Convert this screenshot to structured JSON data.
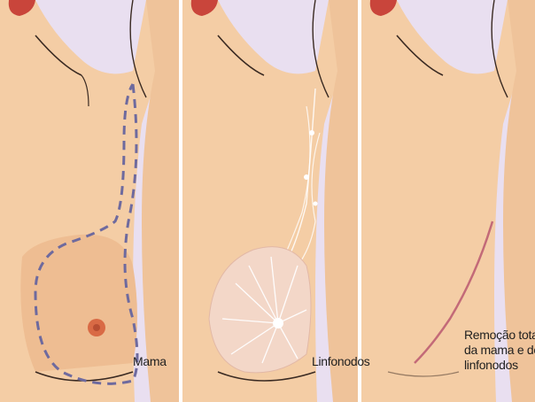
{
  "panels": [
    {
      "caption": "Mama"
    },
    {
      "caption": "Linfonodos"
    },
    {
      "caption_lines": [
        "Remoção total",
        "da mama e dos",
        "linfonodos"
      ]
    }
  ],
  "colors": {
    "background": "#e9dff0",
    "skin": "#f4cda5",
    "skin_shadow": "#e5b48a",
    "lip": "#c9453b",
    "nipple": "#d96a45",
    "dashed_outline": "#6e6a9e",
    "scar": "#c36a78"
  }
}
